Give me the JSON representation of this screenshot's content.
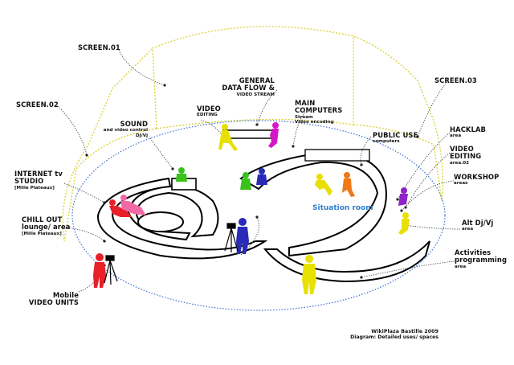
{
  "labels": {
    "screen01": "SCREEN.01",
    "screen02": "SCREEN.02",
    "screen03": "SCREEN.03",
    "general_title": "GENERAL",
    "general_title2": "DATA FLOW &",
    "general_sub": "VIDEO STREAM",
    "main_title": "MAIN",
    "main_title2": "COMPUTERS",
    "main_sub1": "Stream",
    "main_sub2": "Video encoding",
    "video_title": "VIDEO",
    "video_sub": "EDITING",
    "sound_title": "SOUND",
    "sound_sub1": "and  video control",
    "sound_sub2": "DJ/Vj",
    "public_title": "PUBLIC USE",
    "public_sub": "computers",
    "hacklab_title": "HACKLAB",
    "hacklab_sub": "area",
    "video2_title": "VIDEO",
    "video2_title2": "EDITING",
    "video2_sub": "area.02",
    "workshop_title": "WORKSHOP",
    "workshop_sub": "areas",
    "internet_title": "INTERNET tv",
    "internet_title2": "STUDIO",
    "internet_sub": "[Mille Plateaux]",
    "chill_title": "CHILL OUT",
    "chill_title2": "lounge/ area",
    "chill_sub": "[Mille Plateaux]",
    "situation": "Situation room",
    "altdj_title": "Alt Dj/Vj",
    "altdj_sub": "area",
    "activities_title": "Activities",
    "activities_title2": "programming",
    "activities_sub": "area",
    "mobile_title": "Mobile",
    "mobile_title2": "VIDEO UNITS",
    "credit_title": "WikiPlaza Bastille 2009",
    "credit_sub": "Diagram: Detailed uses/ spaces"
  },
  "colors": {
    "screen_outline": "#d9d22a",
    "floor_outline": "#3b6fd4",
    "leader": "#333333",
    "accent_text": "#2f7fd0",
    "figure_yellow": "#e8e000",
    "figure_green": "#39c21a",
    "figure_magenta": "#d418c8",
    "figure_purple": "#8f22c8",
    "figure_orange": "#f07818",
    "figure_red": "#e8202a",
    "figure_pink": "#f06aa8",
    "figure_blue": "#2a2ab8",
    "figure_dark": "#2a2a2a"
  },
  "figures": [
    {
      "name": "figure-video-editor-yellow",
      "color": "figure_yellow"
    },
    {
      "name": "figure-video-editor-magenta",
      "color": "figure_magenta"
    },
    {
      "name": "figure-sound-green",
      "color": "figure_green"
    },
    {
      "name": "figure-main-computers-green",
      "color": "figure_green"
    },
    {
      "name": "figure-main-computers-blue",
      "color": "figure_blue"
    },
    {
      "name": "figure-public-use-yellow",
      "color": "figure_yellow"
    },
    {
      "name": "figure-public-use-orange",
      "color": "figure_orange"
    },
    {
      "name": "figure-hacklab-purple",
      "color": "figure_purple"
    },
    {
      "name": "figure-video-editing-2-yellow",
      "color": "figure_yellow"
    },
    {
      "name": "figure-activities-yellow",
      "color": "figure_yellow"
    },
    {
      "name": "figure-internet-tv-red",
      "color": "figure_red"
    },
    {
      "name": "figure-internet-tv-pink",
      "color": "figure_pink"
    },
    {
      "name": "figure-camera-operator-blue",
      "color": "figure_blue"
    },
    {
      "name": "figure-mobile-video-red",
      "color": "figure_red"
    }
  ]
}
